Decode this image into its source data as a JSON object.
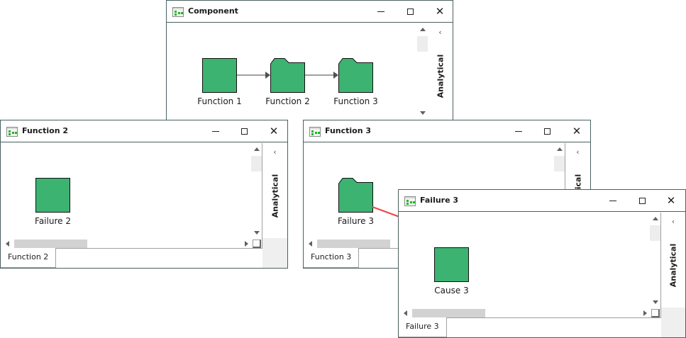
{
  "colors": {
    "node_fill": "#3cb371",
    "node_stroke": "#111111",
    "link_line": "#ef4444",
    "connector": "#404040",
    "window_border": "#4a6060"
  },
  "windows": {
    "component": {
      "title": "Component",
      "side_label": "Analytical",
      "nodes": [
        {
          "label": "Function 1",
          "shape": "rectangle"
        },
        {
          "label": "Function 2",
          "shape": "folder"
        },
        {
          "label": "Function 3",
          "shape": "folder"
        }
      ]
    },
    "function2": {
      "title": "Function 2",
      "side_label": "Analytical",
      "tab_label": "Function 2",
      "nodes": [
        {
          "label": "Failure 2",
          "shape": "rectangle"
        }
      ]
    },
    "function3": {
      "title": "Function 3",
      "side_label": "Analytical",
      "tab_label": "Function 3",
      "nodes": [
        {
          "label": "Failure 3",
          "shape": "folder"
        }
      ]
    },
    "failure3": {
      "title": "Failure 3",
      "side_label": "Analytical",
      "tab_label": "Failure 3",
      "nodes": [
        {
          "label": "Cause 3",
          "shape": "rectangle"
        }
      ]
    }
  },
  "controls": {
    "minimize_icon": "minimize-icon",
    "maximize_icon": "maximize-icon",
    "close_icon": "close-icon",
    "collapse_icon": "chevron-left-icon",
    "close_glyph": "✕",
    "collapse_glyph": "‹"
  }
}
